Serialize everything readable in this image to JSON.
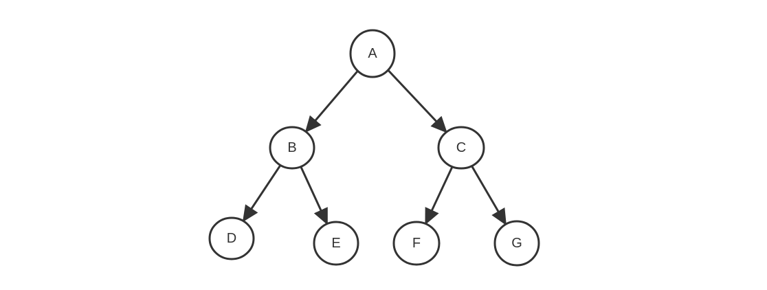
{
  "diagram": {
    "nodes": [
      {
        "id": "A",
        "label": "A"
      },
      {
        "id": "B",
        "label": "B"
      },
      {
        "id": "C",
        "label": "C"
      },
      {
        "id": "D",
        "label": "D"
      },
      {
        "id": "E",
        "label": "E"
      },
      {
        "id": "F",
        "label": "F"
      },
      {
        "id": "G",
        "label": "G"
      }
    ],
    "edges": [
      {
        "from": "A",
        "to": "B"
      },
      {
        "from": "A",
        "to": "C"
      },
      {
        "from": "B",
        "to": "D"
      },
      {
        "from": "B",
        "to": "E"
      },
      {
        "from": "C",
        "to": "F"
      },
      {
        "from": "C",
        "to": "G"
      }
    ]
  }
}
